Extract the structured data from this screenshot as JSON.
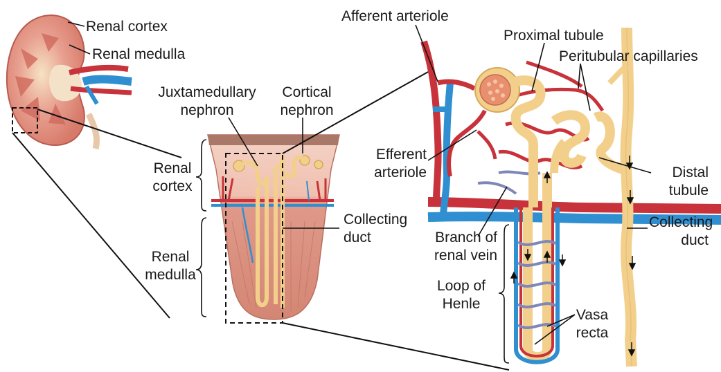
{
  "labels": {
    "renal_cortex_top": "Renal cortex",
    "renal_medulla_top": "Renal medulla",
    "juxtamedullary_1": "Juxtamedullary",
    "juxtamedullary_2": "nephron",
    "cortical_1": "Cortical",
    "cortical_2": "nephron",
    "renal_cortex_1": "Renal",
    "renal_cortex_2": "cortex",
    "renal_medulla_1": "Renal",
    "renal_medulla_2": "medulla",
    "collecting_duct_mid_1": "Collecting",
    "collecting_duct_mid_2": "duct",
    "afferent_arteriole": "Afferent arteriole",
    "proximal_tubule": "Proximal tubule",
    "peritubular_capillaries": "Peritubular capillaries",
    "efferent_1": "Efferent",
    "efferent_2": "arteriole",
    "distal_1": "Distal",
    "distal_2": "tubule",
    "branch_1": "Branch of",
    "branch_2": "renal vein",
    "collecting_duct_right_1": "Collecting",
    "collecting_duct_right_2": "duct",
    "loop_1": "Loop of",
    "loop_2": "Henle",
    "vasa_1": "Vasa",
    "vasa_2": "recta"
  },
  "colors": {
    "artery": "#c8323a",
    "vein": "#2f8fd0",
    "tubule": "#f2d08c",
    "tubule_edge": "#d6a95a",
    "cortex": "#f1c6b8",
    "medulla": "#d98b7c",
    "glomerulus": "#e8906e"
  }
}
